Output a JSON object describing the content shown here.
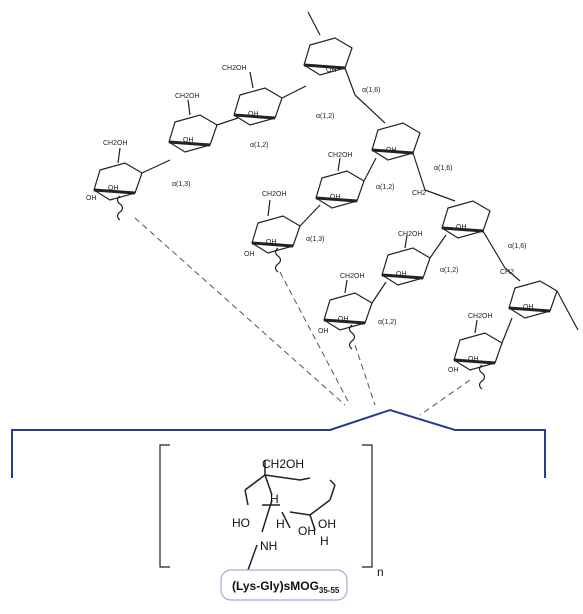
{
  "labels": {
    "ch2oh": "CH2OH",
    "oh": "OH",
    "ho": "HO",
    "ch2": "CH2",
    "h": "H",
    "nh": "NH",
    "n": "n"
  },
  "linkages": {
    "a16": "α(1,6)",
    "a12": "α(1,2)",
    "a13": "α(1,3)"
  },
  "peptide": {
    "prefix": "(Lys-Gly)",
    "mid": "sMOG",
    "sub": "35-55"
  },
  "colors": {
    "bracket": "#2a3b8f",
    "outline": "#b9a0d8",
    "ink": "#222222"
  }
}
